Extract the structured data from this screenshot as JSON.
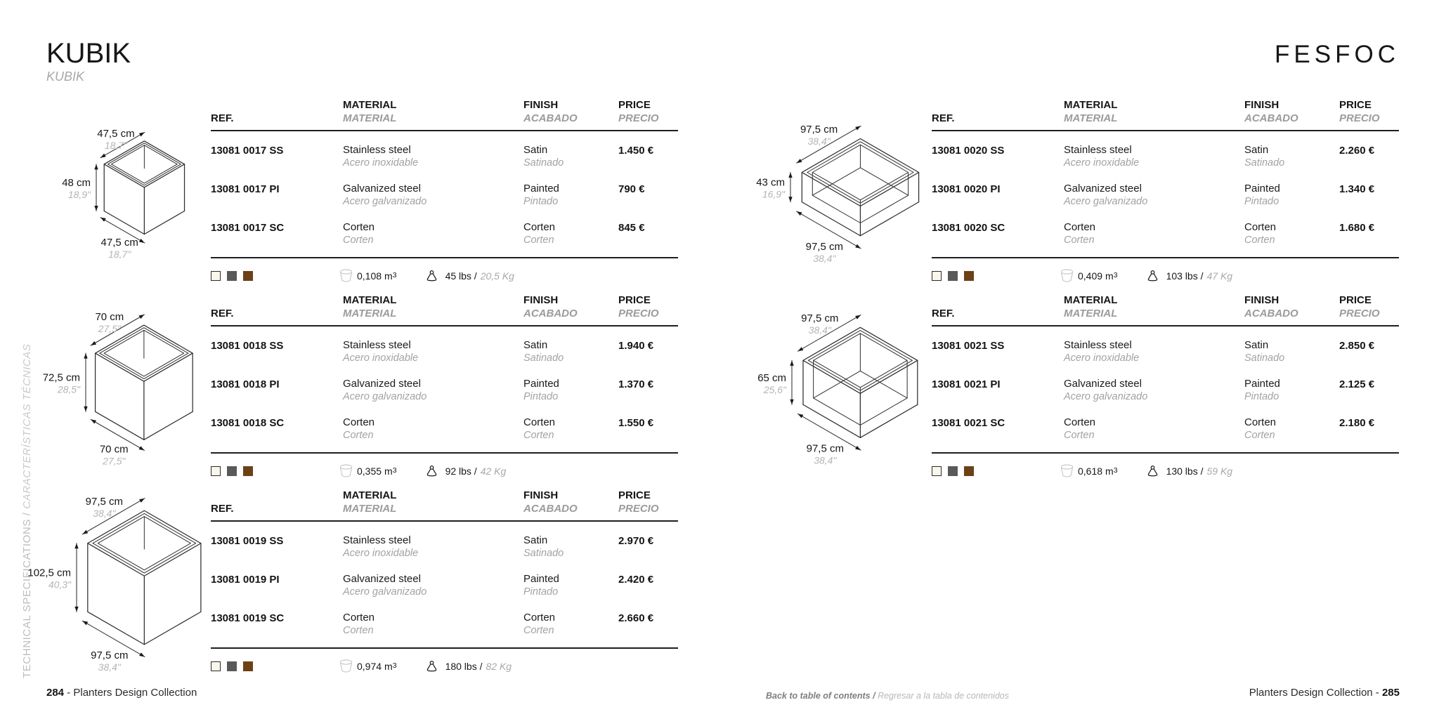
{
  "page": {
    "title": "KUBIK",
    "subtitle": "KUBIK",
    "brand": "FESFOC",
    "sidebar": {
      "en": "TECHNICAL SPECIFICATIONS",
      "sep": " / ",
      "es": "CARACTERÍSTICAS TÉCNICAS"
    },
    "footer": {
      "left": {
        "page_num": "284",
        "sep": " - ",
        "label": "Planters Design Collection"
      },
      "center": {
        "en": "Back to table of contents /",
        "es": " Regresar a la tabla de contenidos"
      },
      "right": {
        "label": "Planters Design Collection",
        "sep": " - ",
        "page_num": "285"
      }
    }
  },
  "table_header": {
    "ref": "REF.",
    "material_en": "MATERIAL",
    "material_es": "MATERIAL",
    "finish_en": "FINISH",
    "finish_es": "ACABADO",
    "price_en": "PRICE",
    "price_es": "PRECIO"
  },
  "units": {
    "volume_unit": "m",
    "volume_exp": "3"
  },
  "swatches": [
    {
      "name": "stainless",
      "color": "#faf6ea",
      "outlined": true
    },
    {
      "name": "painted-gray",
      "color": "#58595b",
      "outlined": false
    },
    {
      "name": "corten-brown",
      "color": "#6c4116",
      "outlined": false
    }
  ],
  "products": [
    {
      "diagram": {
        "scale": 66,
        "height_ratio": 1.01,
        "top_cm": "47,5 cm",
        "top_in": "18,7\"",
        "side_cm": "48 cm",
        "side_in": "18,9\"",
        "bottom_cm": "47,5 cm",
        "bottom_in": "18,7\""
      },
      "rows": [
        {
          "ref": "13081 0017 SS",
          "material_en": "Stainless steel",
          "material_es": "Acero inoxidable",
          "finish_en": "Satin",
          "finish_es": "Satinado",
          "price": "1.450 €"
        },
        {
          "ref": "13081 0017 PI",
          "material_en": "Galvanized steel",
          "material_es": "Acero galvanizado",
          "finish_en": "Painted",
          "finish_es": "Pintado",
          "price": "790 €"
        },
        {
          "ref": "13081 0017 SC",
          "material_en": "Corten",
          "material_es": "Corten",
          "finish_en": "Corten",
          "finish_es": "Corten",
          "price": "845 €"
        }
      ],
      "volume": "0,108",
      "weight_lbs": "45 lbs /",
      "weight_kg": "20,5 Kg"
    },
    {
      "diagram": {
        "scale": 80,
        "height_ratio": 1.04,
        "top_cm": "70 cm",
        "top_in": "27,5\"",
        "side_cm": "72,5 cm",
        "side_in": "28,5\"",
        "bottom_cm": "70 cm",
        "bottom_in": "27,5\""
      },
      "rows": [
        {
          "ref": "13081 0018 SS",
          "material_en": "Stainless steel",
          "material_es": "Acero inoxidable",
          "finish_en": "Satin",
          "finish_es": "Satinado",
          "price": "1.940 €"
        },
        {
          "ref": "13081 0018 PI",
          "material_en": "Galvanized steel",
          "material_es": "Acero galvanizado",
          "finish_en": "Painted",
          "finish_es": "Pintado",
          "price": "1.370 €"
        },
        {
          "ref": "13081 0018 SC",
          "material_en": "Corten",
          "material_es": "Corten",
          "finish_en": "Corten",
          "finish_es": "Corten",
          "price": "1.550 €"
        }
      ],
      "volume": "0,355",
      "weight_lbs": "92 lbs /",
      "weight_kg": "42 Kg"
    },
    {
      "diagram": {
        "scale": 93,
        "height_ratio": 1.05,
        "top_cm": "97,5 cm",
        "top_in": "38,4\"",
        "side_cm": "102,5 cm",
        "side_in": "40,3\"",
        "bottom_cm": "97,5 cm",
        "bottom_in": "38,4\""
      },
      "rows": [
        {
          "ref": "13081 0019 SS",
          "material_en": "Stainless steel",
          "material_es": "Acero inoxidable",
          "finish_en": "Satin",
          "finish_es": "Satinado",
          "price": "2.970 €"
        },
        {
          "ref": "13081 0019 PI",
          "material_en": "Galvanized steel",
          "material_es": "Acero galvanizado",
          "finish_en": "Painted",
          "finish_es": "Pintado",
          "price": "2.420 €"
        },
        {
          "ref": "13081 0019 SC",
          "material_en": "Corten",
          "material_es": "Corten",
          "finish_en": "Corten",
          "finish_es": "Corten",
          "price": "2.660 €"
        }
      ],
      "volume": "0,974",
      "weight_lbs": "180 lbs /",
      "weight_kg": "82 Kg"
    },
    {
      "diagram": {
        "scale": 96,
        "height_ratio": 0.44,
        "top_cm": "97,5 cm",
        "top_in": "38,4\"",
        "side_cm": "43 cm",
        "side_in": "16,9\"",
        "bottom_cm": "97,5 cm",
        "bottom_in": "38,4\""
      },
      "rows": [
        {
          "ref": "13081 0020 SS",
          "material_en": "Stainless steel",
          "material_es": "Acero inoxidable",
          "finish_en": "Satin",
          "finish_es": "Satinado",
          "price": "2.260 €"
        },
        {
          "ref": "13081 0020 PI",
          "material_en": "Galvanized steel",
          "material_es": "Acero galvanizado",
          "finish_en": "Painted",
          "finish_es": "Pintado",
          "price": "1.340 €"
        },
        {
          "ref": "13081 0020 SC",
          "material_en": "Corten",
          "material_es": "Corten",
          "finish_en": "Corten",
          "finish_es": "Corten",
          "price": "1.680 €"
        }
      ],
      "volume": "0,409",
      "weight_lbs": "103 lbs /",
      "weight_kg": "47 Kg"
    },
    {
      "diagram": {
        "scale": 94,
        "height_ratio": 0.67,
        "top_cm": "97,5 cm",
        "top_in": "38,4\"",
        "side_cm": "65 cm",
        "side_in": "25,6\"",
        "bottom_cm": "97,5 cm",
        "bottom_in": "38,4\""
      },
      "rows": [
        {
          "ref": "13081 0021 SS",
          "material_en": "Stainless steel",
          "material_es": "Acero inoxidable",
          "finish_en": "Satin",
          "finish_es": "Satinado",
          "price": "2.850 €"
        },
        {
          "ref": "13081 0021 PI",
          "material_en": "Galvanized steel",
          "material_es": "Acero galvanizado",
          "finish_en": "Painted",
          "finish_es": "Pintado",
          "price": "2.125 €"
        },
        {
          "ref": "13081 0021 SC",
          "material_en": "Corten",
          "material_es": "Corten",
          "finish_en": "Corten",
          "finish_es": "Corten",
          "price": "2.180 €"
        }
      ],
      "volume": "0,618",
      "weight_lbs": "130 lbs /",
      "weight_kg": "59 Kg"
    }
  ]
}
